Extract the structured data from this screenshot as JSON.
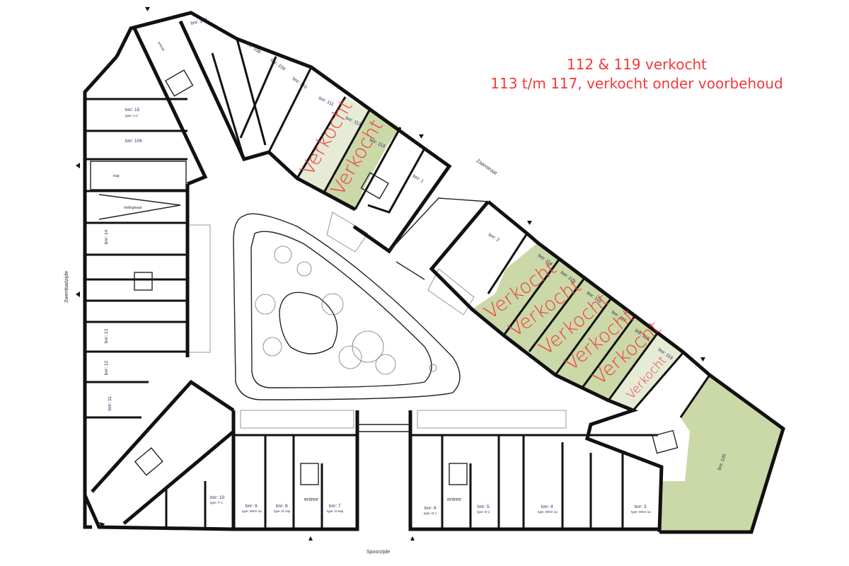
{
  "annotation": {
    "line1": "112 & 119 verkocht",
    "line2": "113 t/m 117,  verkocht onder voorbehoud"
  },
  "sold_label": "Verkocht",
  "colors": {
    "sold_firm": "#e6ebd5",
    "sold_conditional": "#cbd8a8",
    "annotation": "#f23a3a"
  },
  "streets": {
    "north": "Zaanstraat",
    "south": "Spoorzijde",
    "west": "Zwembadzijde"
  },
  "rooms": {
    "entree": "entree",
    "ramp": "hellingbaan",
    "stairs": "trap"
  },
  "units": {
    "u1": "bnr: 1",
    "u2": "bnr: 2",
    "u3": "bnr: 3",
    "u4": "bnr: 4",
    "u5": "bnr: 5",
    "u6": "bnr: 6",
    "u7": "bnr: 7",
    "u8": "bnr: 8",
    "u9": "bnr: 9",
    "u10": "bnr: 10",
    "u11": "bnr: 11",
    "u12": "bnr: 12",
    "u13": "bnr: 13",
    "u14": "bnr: 14",
    "u15": "bnr: 15",
    "u106": "bnr: 106",
    "u107": "bnr: 107",
    "u108": "bnr: 108",
    "u109": "bnr: 109",
    "u110": "bnr: 110",
    "u111": "bnr: 111",
    "u112": "bnr: 112",
    "u113": "bnr: 113",
    "u114": "bnr: 114",
    "u115": "bnr: 115",
    "u116": "bnr: 116",
    "u117": "bnr: 117",
    "u118": "bnr: 118",
    "u119": "bnr: 119",
    "u120": "bnr: 120"
  },
  "types": {
    "u15": "type: A-3",
    "u10": "type: F-1",
    "u9": "type: MKG-1a",
    "u8": "type: D-1ap",
    "u7": "type: D-0ap",
    "u6": "type: D-1",
    "u5": "type: D-1",
    "u4": "type: MKG-1a",
    "u3": "type: MKG-1a"
  }
}
